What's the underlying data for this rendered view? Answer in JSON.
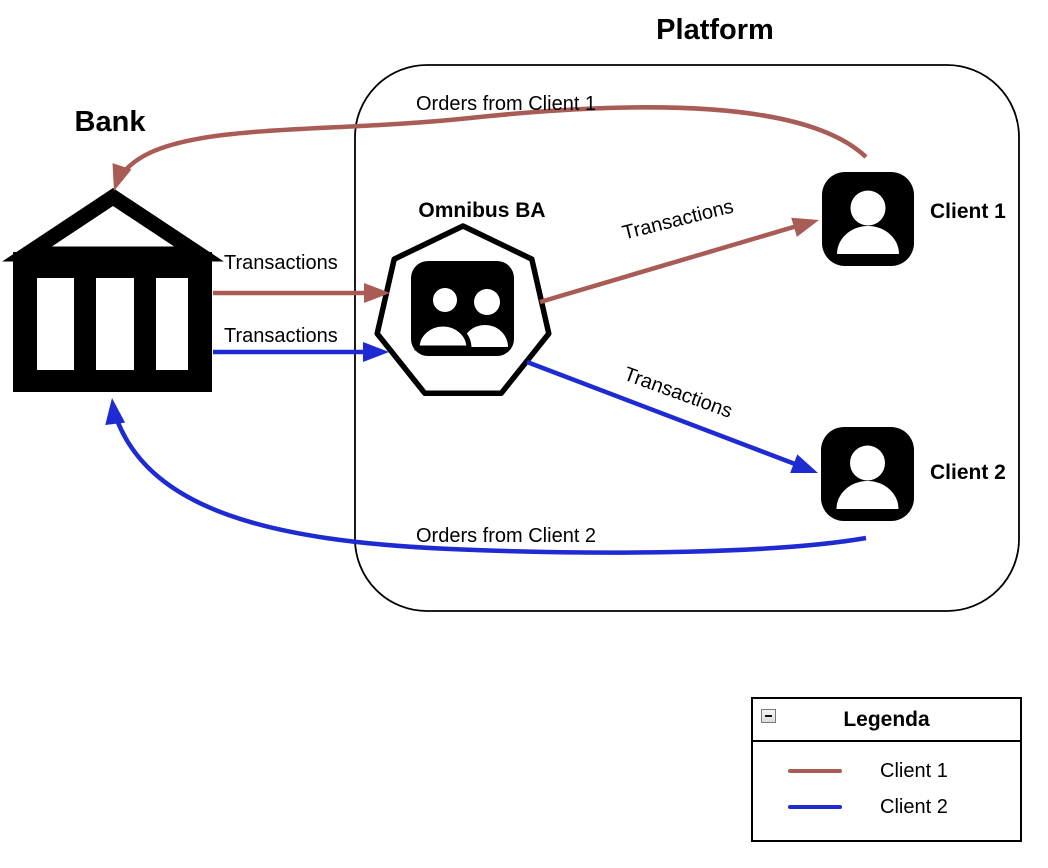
{
  "diagram": {
    "platform": {
      "label": "Platform"
    },
    "bank": {
      "label": "Bank",
      "icon": "bank-building-icon"
    },
    "omnibus": {
      "label": "Omnibus BA",
      "icon": "people-group-icon"
    },
    "clients": [
      {
        "label": "Client 1",
        "icon": "person-icon"
      },
      {
        "label": "Client 2",
        "icon": "person-icon"
      }
    ],
    "edges": [
      {
        "id": "red-bank-to-omnibus",
        "label": "Transactions"
      },
      {
        "id": "blue-bank-to-omnibus",
        "label": "Transactions"
      },
      {
        "id": "red-omnibus-to-client1",
        "label": "Transactions"
      },
      {
        "id": "blue-omnibus-to-client2",
        "label": "Transactions"
      },
      {
        "id": "red-client1-to-bank",
        "label": "Orders from Client 1"
      },
      {
        "id": "blue-client2-to-bank",
        "label": "Orders from Client 2"
      }
    ],
    "colors": {
      "client1_red": "#A95B55",
      "client2_blue": "#1F2BD2",
      "shape_black": "#000000"
    }
  },
  "legend": {
    "title": "Legenda",
    "collapse_icon": "minus",
    "items": [
      {
        "label": "Client 1",
        "color": "#A95B55"
      },
      {
        "label": "Client 2",
        "color": "#1F2BD2"
      }
    ]
  }
}
